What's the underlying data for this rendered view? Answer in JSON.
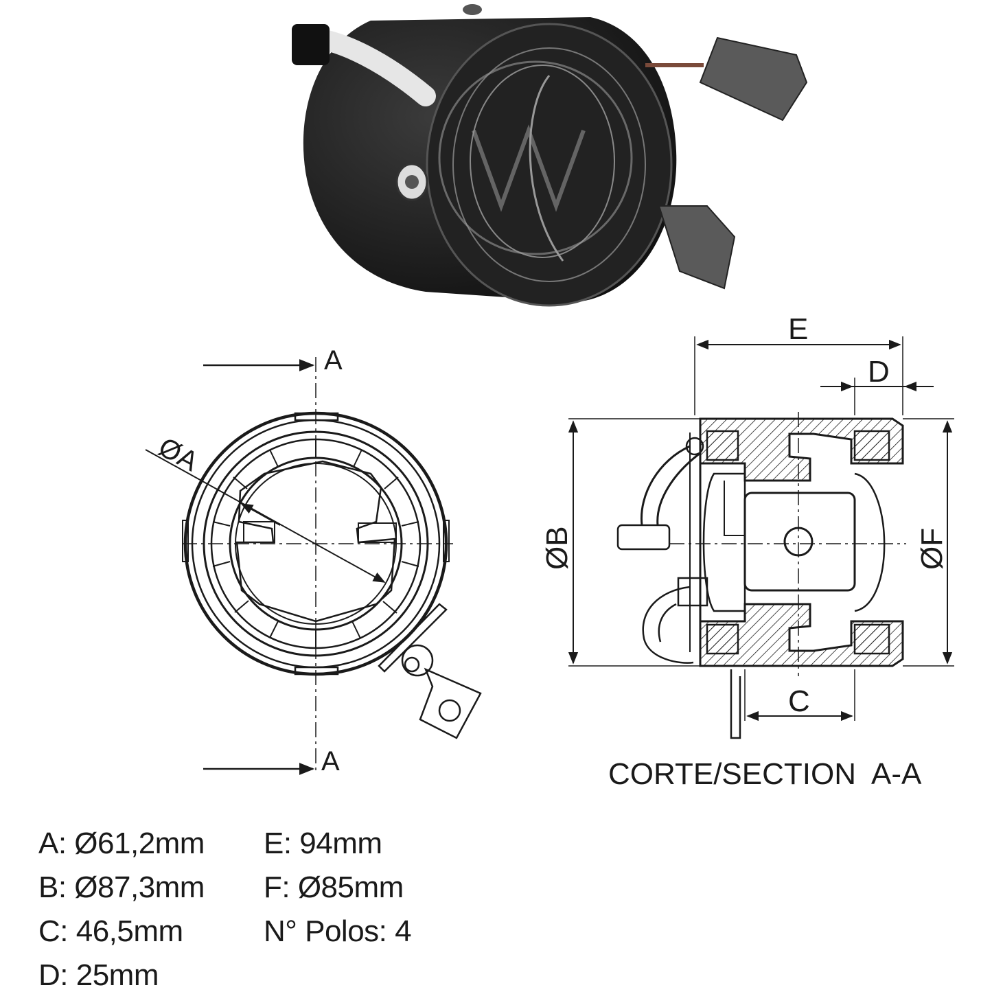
{
  "section_labels": {
    "cut_top": "A",
    "cut_bottom": "A"
  },
  "dimension_labels": {
    "A": "ØA",
    "B": "ØB",
    "C": "C",
    "D": "D",
    "E": "E",
    "F": "ØF"
  },
  "section_caption": "CORTE/SECTION  A-A",
  "specs": {
    "left": [
      "A: Ø61,2mm",
      "B: Ø87,3mm",
      "C: 46,5mm",
      "D: 25mm"
    ],
    "right": [
      "E: 94mm",
      "F: Ø85mm",
      "N° Polos: 4"
    ]
  },
  "colors": {
    "line": "#1a1a1a",
    "body": "#1c1c1c",
    "shoe": "#5a5a5a",
    "hatch_bg": "#ffffff"
  }
}
